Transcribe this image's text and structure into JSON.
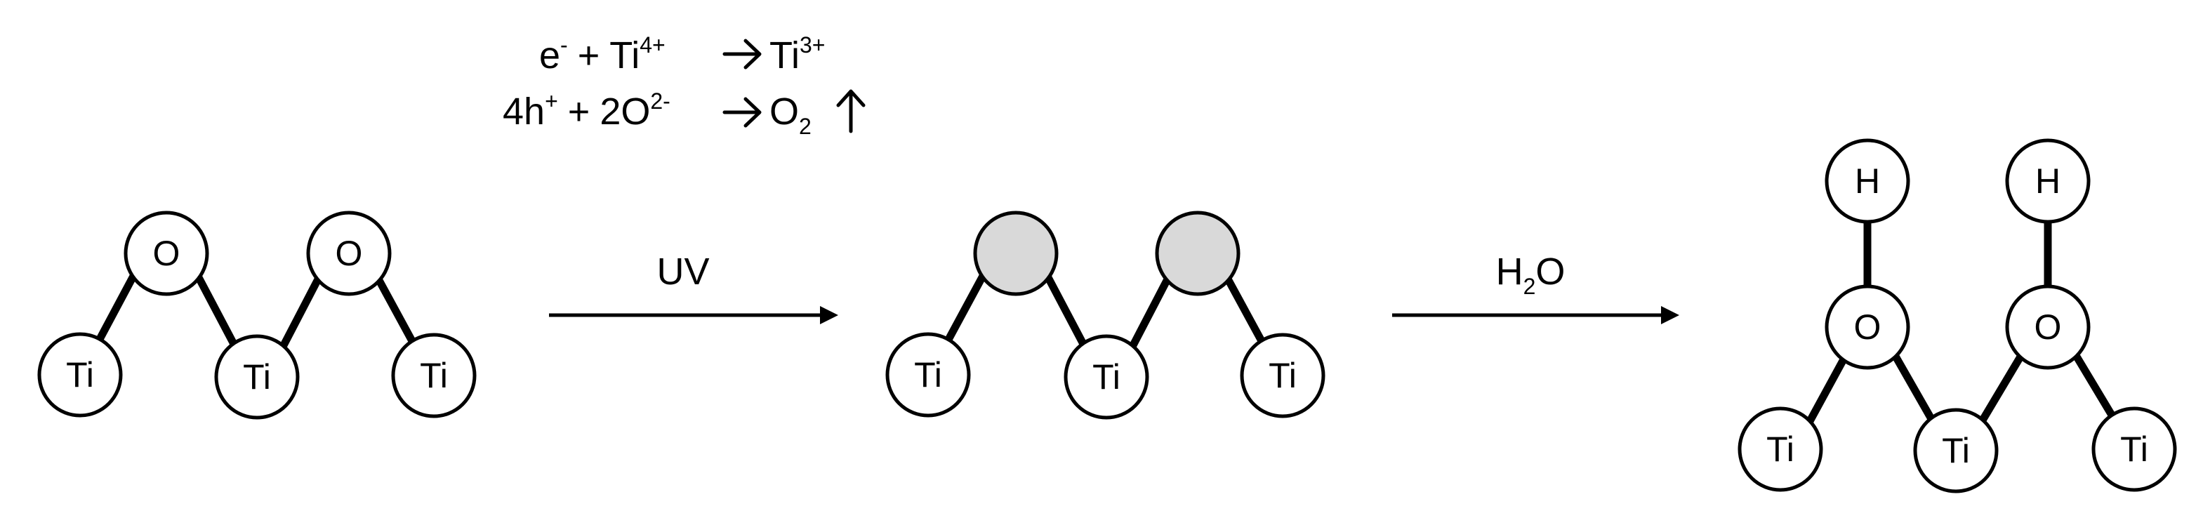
{
  "equations": {
    "line1": {
      "electron": "e",
      "electron_charge": "-",
      "plus": "+",
      "reactant": "Ti",
      "reactant_charge": "4+",
      "product": "Ti",
      "product_charge": "3+"
    },
    "line2": {
      "hole_coeff": "4h",
      "hole_charge": "+",
      "plus": "+",
      "oxide": "2O",
      "oxide_charge": "2-",
      "product": "O",
      "product_sub": "2"
    }
  },
  "step1": {
    "label": "UV"
  },
  "step2": {
    "label_main": "H",
    "label_sub": "2",
    "label_end": "O"
  },
  "atoms": {
    "ti": "Ti",
    "o": "O",
    "h": "H"
  },
  "colors": {
    "vacancy_fill": "#d9d9d9",
    "atom_fill": "#ffffff",
    "stroke": "#000000"
  }
}
